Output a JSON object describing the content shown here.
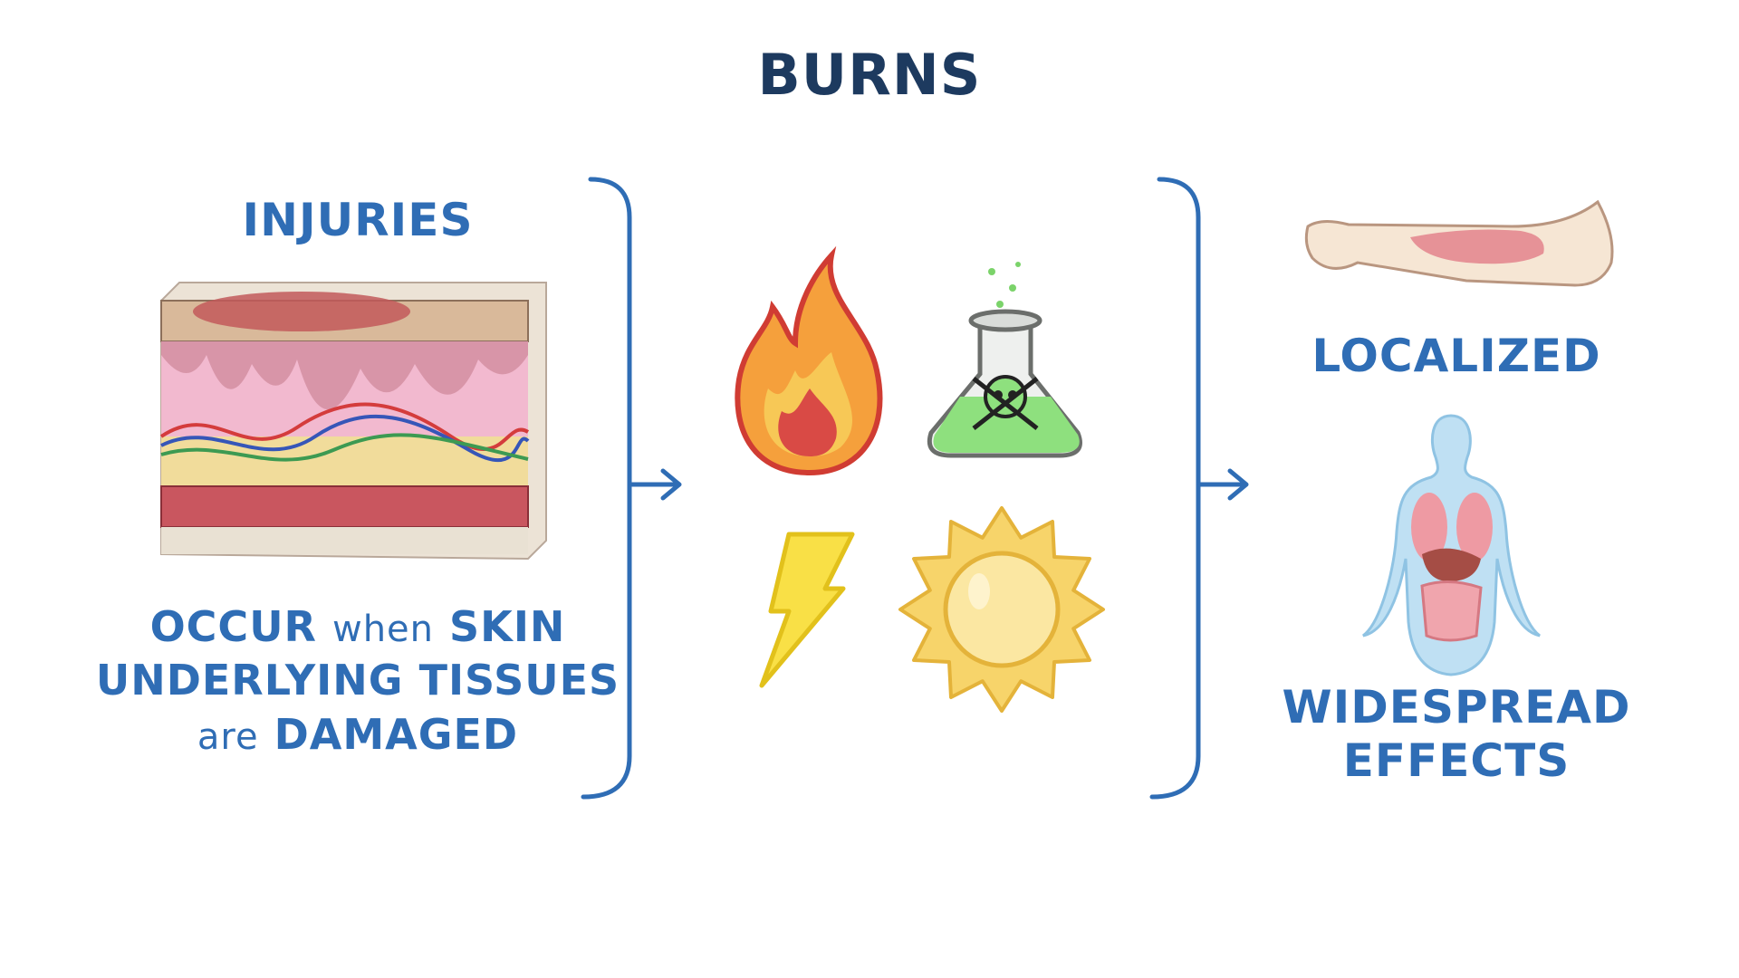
{
  "title": "BURNS",
  "left": {
    "heading": "INJURIES",
    "line1": {
      "a": "OCCUR",
      "b": "when",
      "c": "SKIN"
    },
    "line2": "UNDERLYING TISSUES",
    "line3": {
      "a": "are",
      "b": "DAMAGED"
    }
  },
  "causes": {
    "icons": [
      "fire-icon",
      "chemical-flask-icon",
      "lightning-icon",
      "sun-icon"
    ]
  },
  "right": {
    "localized": "LOCALIZED",
    "widespread1": "WIDESPREAD",
    "widespread2": "EFFECTS"
  },
  "colors": {
    "title": "#1d3a5f",
    "text": "#2f6db5",
    "bracket": "#2f6db5"
  }
}
